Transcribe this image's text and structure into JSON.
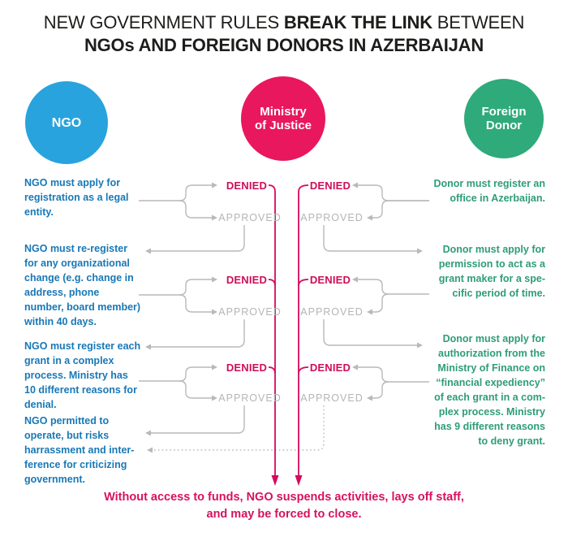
{
  "title": {
    "line1_normal_prefix": "NEW GOVERNMENT RULES ",
    "line1_bold": "BREAK THE LINK",
    "line1_normal_suffix": " BETWEEN",
    "line2": "NGOs AND FOREIGN DONORS IN AZERBAIJAN"
  },
  "actors": {
    "ngo": {
      "label": "NGO",
      "color": "#29a3dd"
    },
    "ministry": {
      "label": "Ministry\nof Justice",
      "color": "#e8175e"
    },
    "donor": {
      "label": "Foreign\nDonor",
      "color": "#2faa7b"
    }
  },
  "labels": {
    "denied": "DENIED",
    "approved": "APPROVED"
  },
  "ngo_steps": [
    {
      "text": "NGO must apply for\nregistration as a legal\nentity."
    },
    {
      "text": "NGO must re-register\nfor any organizational\nchange (e.g. change in\naddress, phone\nnumber, board member)\nwithin 40 days."
    },
    {
      "text": "NGO must register each\ngrant in a complex\nprocess. Ministry has\n10 different reasons for\ndenial."
    },
    {
      "text": "NGO permitted to\noperate, but risks\nharrassment and inter-\nference for criticizing\ngovernment."
    }
  ],
  "donor_steps": [
    {
      "text": "Donor must register an\noffice in Azerbaijan."
    },
    {
      "text": "Donor must apply for\npermission to act as a\ngrant maker for a spe-\ncific period of time."
    },
    {
      "text": "Donor must apply for\nauthorization from the\nMinistry of Finance on\n“financial expediency”\nof each grant in a com-\nplex process. Ministry\nhas 9 different reasons\nto deny grant."
    }
  ],
  "footer": {
    "text": "Without access to funds, NGO suspends activities, lays off staff,\nand may be forced to close."
  },
  "colors": {
    "ngo_circle_blue": "#29a3dd",
    "ngo_text_blue": "#1878b6",
    "ministry_circle_pink": "#e8175e",
    "donor_circle_green": "#2faa7b",
    "donor_text_green": "#2e9d76",
    "denied_pink": "#cf0e58",
    "flow_pink": "#d40b5c",
    "approved_gray": "#b5b5b5",
    "line_gray": "#b9b9b9",
    "footer_pink": "#d6125f",
    "title_black": "#1d1d1b"
  }
}
